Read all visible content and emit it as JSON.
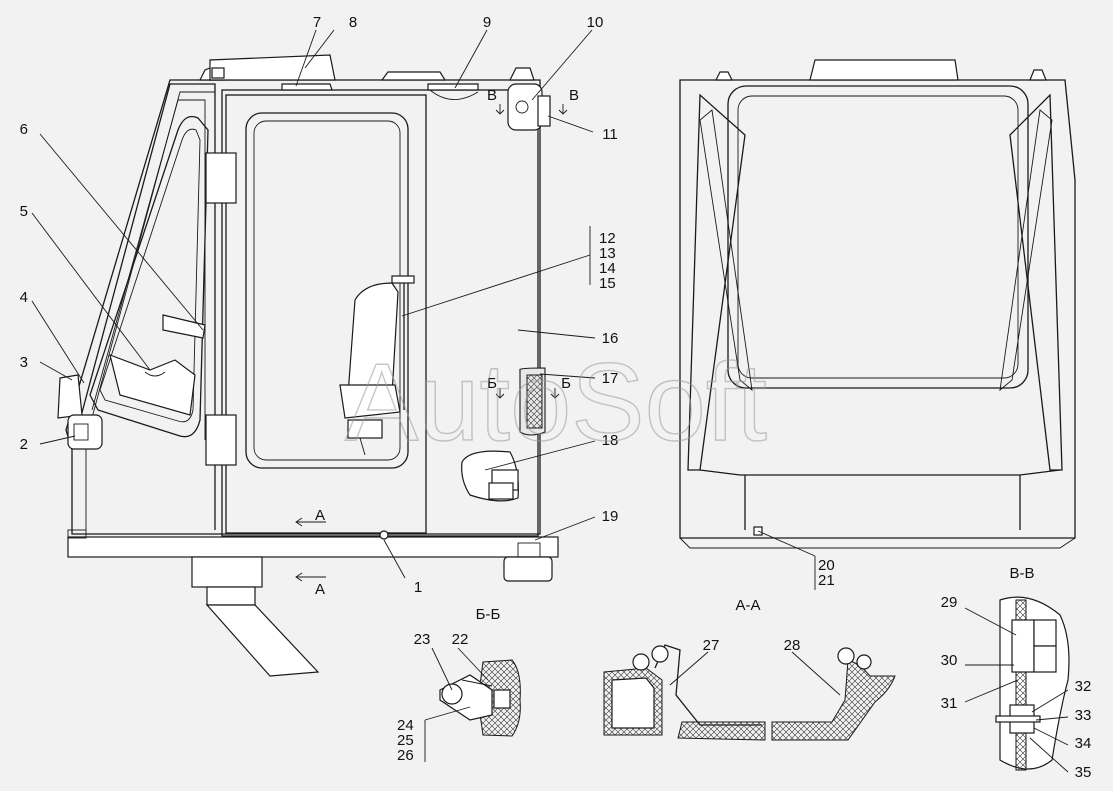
{
  "watermark": "AutoSoft",
  "sections": {
    "bb": "Б-Б",
    "aa": "А-А",
    "vv": "В-В"
  },
  "cut_marks": {
    "a": "А",
    "b": "Б",
    "v": "В"
  },
  "callouts": [
    "1",
    "2",
    "3",
    "4",
    "5",
    "6",
    "7",
    "8",
    "9",
    "10",
    "11",
    "12",
    "13",
    "14",
    "15",
    "16",
    "17",
    "18",
    "19",
    "20",
    "21",
    "22",
    "23",
    "24",
    "25",
    "26",
    "27",
    "28",
    "29",
    "30",
    "31",
    "32",
    "33",
    "34",
    "35"
  ],
  "colors": {
    "background": "#f2f2f2",
    "lines": "#1a1a1a",
    "watermark": "#9a9a9a"
  }
}
